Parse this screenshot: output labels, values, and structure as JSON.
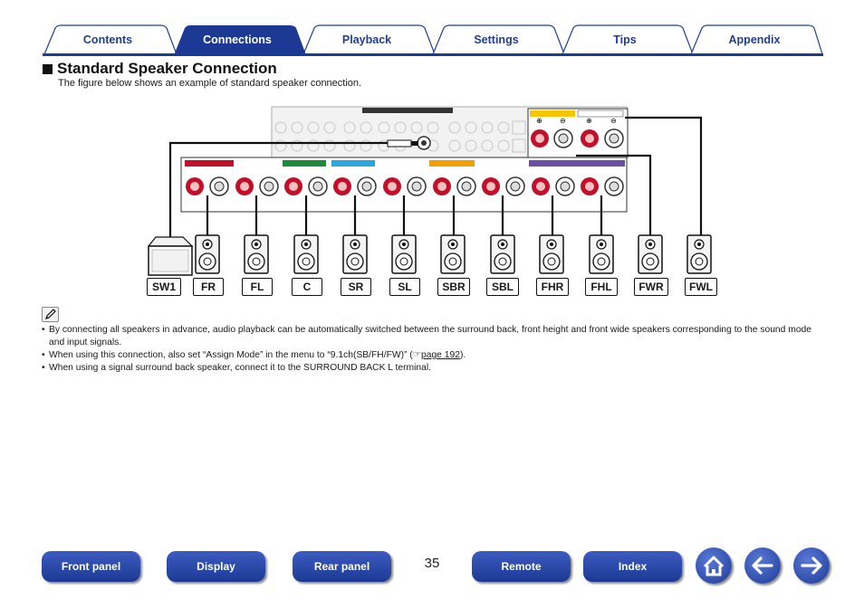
{
  "tabs": [
    {
      "label": "Contents",
      "active": false
    },
    {
      "label": "Connections",
      "active": true
    },
    {
      "label": "Playback",
      "active": false
    },
    {
      "label": "Settings",
      "active": false
    },
    {
      "label": "Tips",
      "active": false
    },
    {
      "label": "Appendix",
      "active": false
    }
  ],
  "colors": {
    "accent": "#1f3f95",
    "tab_active": "#1c3a94",
    "tab_inactive": "#ffffff",
    "nav_button": "#1c3a94",
    "terminal_red": "#c3102a"
  },
  "section": {
    "title": "Standard Speaker Connection",
    "subtitle": "The figure below shows an example of standard speaker connection."
  },
  "diagram": {
    "speakers": [
      "SW1",
      "FR",
      "FL",
      "C",
      "SR",
      "SL",
      "SBR",
      "SBL",
      "FHR",
      "FHL",
      "FWR",
      "FWL"
    ]
  },
  "notes": {
    "icon": "pencil-icon",
    "items": [
      {
        "text": "By connecting all speakers in advance, audio playback can be automatically switched between the surround back, front height and front wide speakers corresponding to the sound mode and input signals."
      },
      {
        "text_before": "When using this connection, also set “Assign Mode” in the menu to “9.1ch(SB/FH/FW)” (",
        "link": "page 192",
        "text_after": ")."
      },
      {
        "text": "When using a signal surround back speaker, connect it to the SURROUND BACK L terminal."
      }
    ]
  },
  "nav": {
    "buttons": [
      "Front panel",
      "Display",
      "Rear panel",
      "Remote",
      "Index"
    ],
    "page_number": "35",
    "icons": [
      "home-icon",
      "back-arrow-icon",
      "forward-arrow-icon"
    ]
  }
}
